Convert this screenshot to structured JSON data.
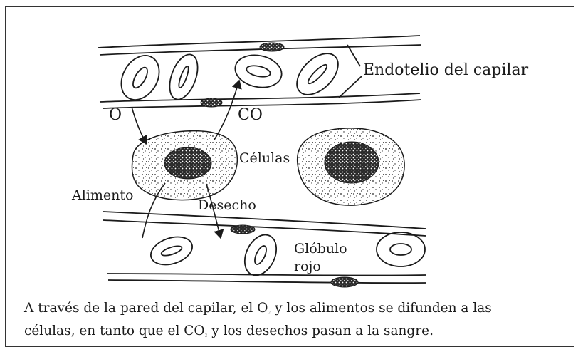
{
  "labels": {
    "endothelium": "Endotelio del capilar",
    "o2": "O",
    "co2": "CO",
    "cells": "Células",
    "food": "Alimento",
    "waste": "Desecho",
    "red_cell_line1": "Glóbulo",
    "red_cell_line2": "rojo"
  },
  "caption": {
    "l1_before_sub": "A través de la pared del capilar, el O",
    "l1_sub": "2",
    "l1_after_sub": " y los alimentos se difunden a las",
    "l2_before_sub": "células, en tanto que el CO",
    "l2_sub": "2",
    "l2_after_sub": "  y los desechos pasan a la sangre."
  },
  "colors": {
    "ink": "#1a1a1a",
    "frame": "#333333",
    "background": "#ffffff"
  }
}
